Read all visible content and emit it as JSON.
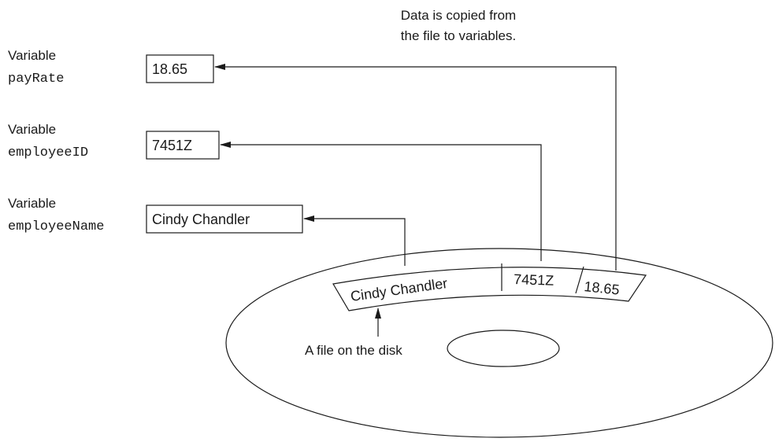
{
  "caption": {
    "line1": "Data is copied from",
    "line2": "the file to variables."
  },
  "variables": [
    {
      "label": "Variable",
      "name": "payRate",
      "value": "18.65"
    },
    {
      "label": "Variable",
      "name": "employeeID",
      "value": "7451Z"
    },
    {
      "label": "Variable",
      "name": "employeeName",
      "value": "Cindy Chandler"
    }
  ],
  "file_fields": [
    {
      "value": "Cindy Chandler"
    },
    {
      "value": "7451Z"
    },
    {
      "value": "18.65"
    }
  ],
  "disk_label": "A file on the disk",
  "colors": {
    "stroke": "#1a1a1a",
    "background": "#ffffff"
  }
}
